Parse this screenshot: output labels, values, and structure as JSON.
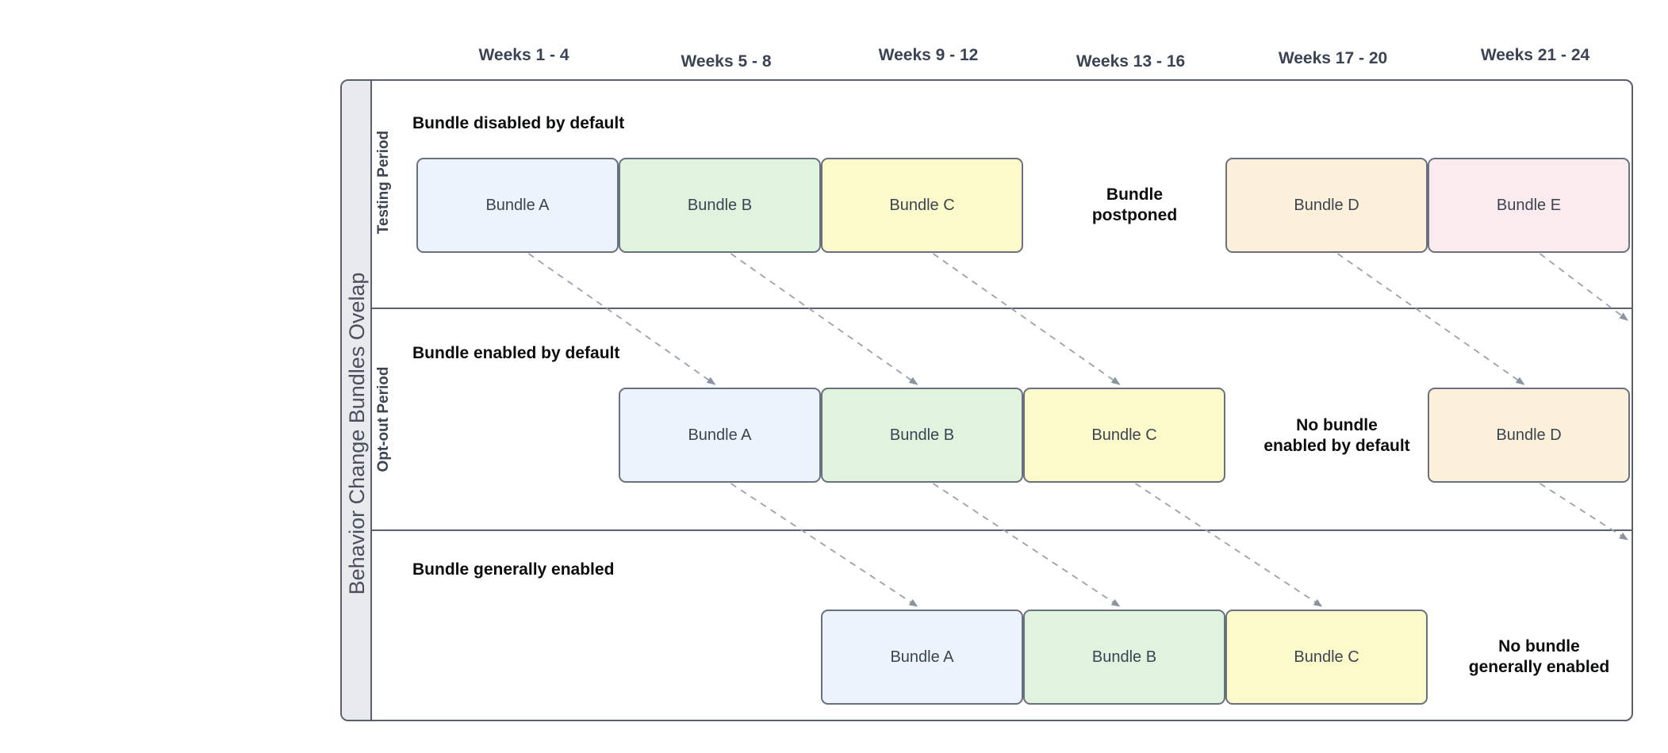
{
  "page": {
    "background": "#ffffff"
  },
  "diagram": {
    "sidebar_title": "Behavior Change Bundles Ovelap",
    "column_headers": [
      "Weeks 1 - 4",
      "Weeks 5 - 8",
      "Weeks 9 - 12",
      "Weeks 13 - 16",
      "Weeks 17 - 20",
      "Weeks 21 - 24"
    ],
    "rows": [
      {
        "id": "testing",
        "period_label": "Testing Period",
        "phase_label": "Bundle disabled by default",
        "bundles": [
          {
            "label": "Bundle A",
            "col": 0,
            "fill": "#edf3fc"
          },
          {
            "label": "Bundle B",
            "col": 1,
            "fill": "#dff3df"
          },
          {
            "label": "Bundle C",
            "col": 2,
            "fill": "#fcfacb"
          },
          {
            "label": "Bundle D",
            "col": 4,
            "fill": "#fcf0da"
          },
          {
            "label": "Bundle E",
            "col": 5,
            "fill": "#fbeaee"
          }
        ],
        "note": {
          "lines": [
            "Bundle",
            "postponed"
          ],
          "col": 3
        }
      },
      {
        "id": "optout",
        "period_label": "Opt-out Period",
        "phase_label": "Bundle enabled by default",
        "bundles": [
          {
            "label": "Bundle A",
            "col": 1,
            "fill": "#edf3fc"
          },
          {
            "label": "Bundle B",
            "col": 2,
            "fill": "#dff3df"
          },
          {
            "label": "Bundle C",
            "col": 3,
            "fill": "#fcfacb"
          },
          {
            "label": "Bundle D",
            "col": 5,
            "fill": "#fcf0da"
          }
        ],
        "note": {
          "lines": [
            "No bundle",
            "enabled by default"
          ],
          "col": 4
        }
      },
      {
        "id": "general",
        "period_label": "",
        "phase_label": "Bundle generally enabled",
        "bundles": [
          {
            "label": "Bundle A",
            "col": 2,
            "fill": "#edf3fc"
          },
          {
            "label": "Bundle B",
            "col": 3,
            "fill": "#dff3df"
          },
          {
            "label": "Bundle C",
            "col": 4,
            "fill": "#fcfacb"
          }
        ],
        "note": {
          "lines": [
            "No bundle",
            "generally enabled"
          ],
          "col": 5
        }
      }
    ],
    "arrows": [
      {
        "from": [
          "testing",
          "Bundle A"
        ],
        "to": [
          "optout",
          "Bundle A"
        ]
      },
      {
        "from": [
          "testing",
          "Bundle B"
        ],
        "to": [
          "optout",
          "Bundle B"
        ]
      },
      {
        "from": [
          "testing",
          "Bundle C"
        ],
        "to": [
          "optout",
          "Bundle C"
        ]
      },
      {
        "from": [
          "testing",
          "Bundle D"
        ],
        "to": [
          "optout",
          "Bundle D"
        ]
      },
      {
        "from": [
          "testing",
          "Bundle E"
        ],
        "to": [
          "edge",
          "after-sep-1"
        ]
      },
      {
        "from": [
          "optout",
          "Bundle A"
        ],
        "to": [
          "general",
          "Bundle A"
        ]
      },
      {
        "from": [
          "optout",
          "Bundle B"
        ],
        "to": [
          "general",
          "Bundle B"
        ]
      },
      {
        "from": [
          "optout",
          "Bundle C"
        ],
        "to": [
          "general",
          "Bundle C"
        ]
      },
      {
        "from": [
          "optout",
          "Bundle D"
        ],
        "to": [
          "edge",
          "after-sep-2"
        ]
      }
    ],
    "colors": {
      "frame_border": "#59606c",
      "sidebar_fill": "#e8eaee",
      "sidebar_text": "#494f5c",
      "box_border": "#697180",
      "box_text": "#3b4552",
      "header_text": "#3b4454",
      "note_text": "#0b0d0e",
      "arrow_line": "#99a1ae",
      "arrow_head": "#8a93a2"
    }
  }
}
